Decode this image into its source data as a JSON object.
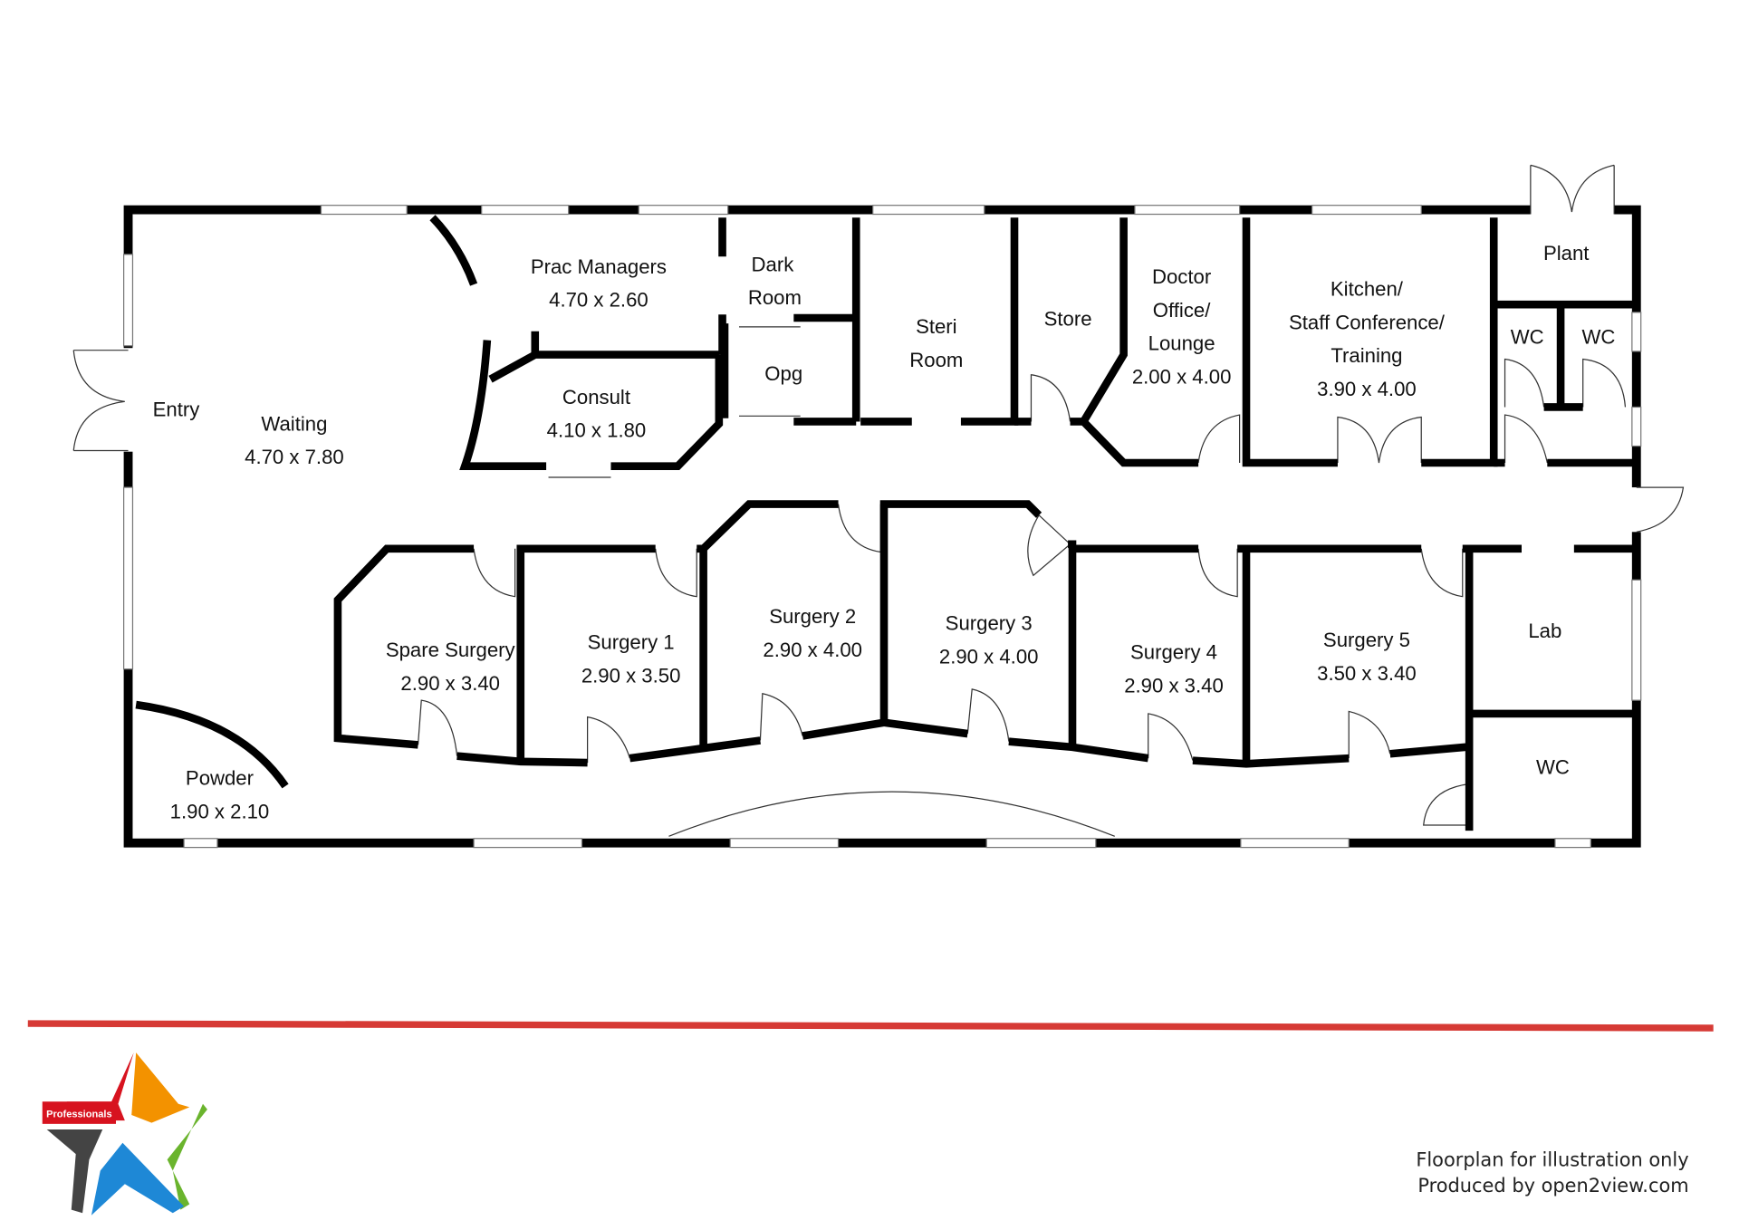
{
  "rooms": {
    "entry": {
      "name": "Entry"
    },
    "waiting": {
      "name": "Waiting",
      "size": "4.70 x 7.80"
    },
    "prac_managers": {
      "name": "Prac Managers",
      "size": "4.70 x 2.60"
    },
    "dark_room": {
      "name1": "Dark",
      "name2": "Room"
    },
    "consult": {
      "name": "Consult",
      "size": "4.10 x 1.80"
    },
    "opg": {
      "name": "Opg"
    },
    "steri_room": {
      "name1": "Steri",
      "name2": "Room"
    },
    "store": {
      "name": "Store"
    },
    "doctor_office": {
      "name1": "Doctor",
      "name2": "Office/",
      "name3": "Lounge",
      "size": "2.00 x 4.00"
    },
    "kitchen": {
      "name1": "Kitchen/",
      "name2": "Staff Conference/",
      "name3": "Training",
      "size": "3.90 x 4.00"
    },
    "plant": {
      "name": "Plant"
    },
    "wc1": {
      "name": "WC"
    },
    "wc2": {
      "name": "WC"
    },
    "spare_surgery": {
      "name": "Spare Surgery",
      "size": "2.90 x 3.40"
    },
    "surgery1": {
      "name": "Surgery 1",
      "size": "2.90 x 3.50"
    },
    "surgery2": {
      "name": "Surgery 2",
      "size": "2.90 x 4.00"
    },
    "surgery3": {
      "name": "Surgery 3",
      "size": "2.90 x 4.00"
    },
    "surgery4": {
      "name": "Surgery 4",
      "size": "2.90 x 3.40"
    },
    "surgery5": {
      "name": "Surgery 5",
      "size": "3.50 x 3.40"
    },
    "lab": {
      "name": "Lab"
    },
    "wc3": {
      "name": "WC"
    },
    "powder": {
      "name": "Powder",
      "size": "1.90 x 2.10"
    }
  },
  "footer": {
    "disclaimer": "Floorplan for illustration only",
    "credit": "Produced by open2view.com",
    "logo_text": "Professionals"
  },
  "colors": {
    "divider": "#d63a35",
    "wall": "#000000"
  }
}
